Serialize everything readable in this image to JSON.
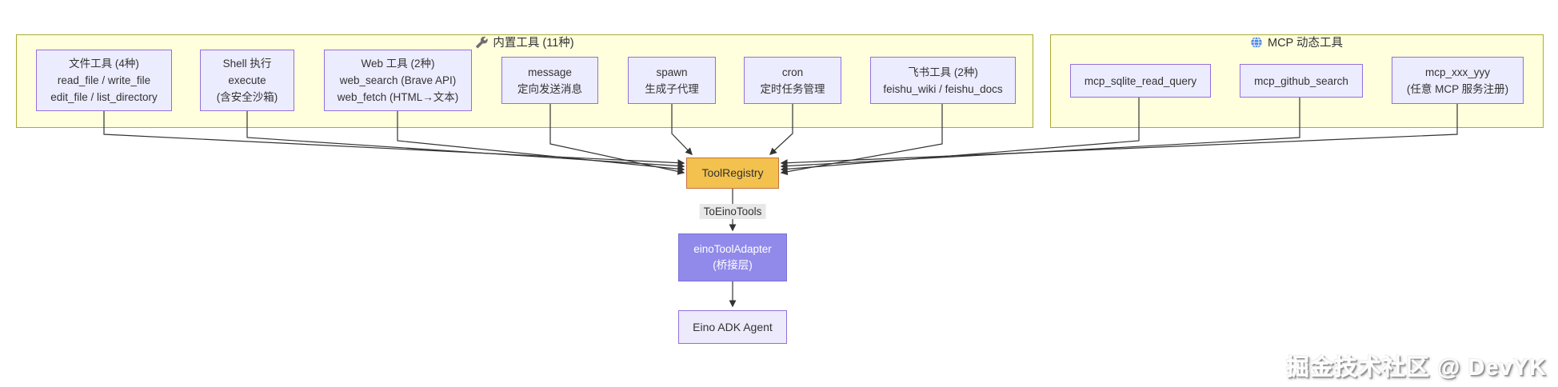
{
  "groups": {
    "builtin": {
      "label": "内置工具 (11种)",
      "icon": "wrench-icon"
    },
    "mcp": {
      "label": "MCP 动态工具",
      "icon": "globe-icon"
    }
  },
  "nodes": {
    "files": {
      "lines": [
        "文件工具 (4种)",
        "read_file / write_file",
        "edit_file / list_directory"
      ]
    },
    "shell": {
      "lines": [
        "Shell 执行",
        "execute",
        "(含安全沙箱)"
      ]
    },
    "web": {
      "lines": [
        "Web 工具 (2种)",
        "web_search (Brave API)",
        "web_fetch (HTML→文本)"
      ]
    },
    "message": {
      "lines": [
        "message",
        "定向发送消息"
      ]
    },
    "spawn": {
      "lines": [
        "spawn",
        "生成子代理"
      ]
    },
    "cron": {
      "lines": [
        "cron",
        "定时任务管理"
      ]
    },
    "feishu": {
      "lines": [
        "飞书工具 (2种)",
        "feishu_wiki / feishu_docs"
      ]
    },
    "mcp_sqlite": {
      "lines": [
        "mcp_sqlite_read_query"
      ]
    },
    "mcp_github": {
      "lines": [
        "mcp_github_search"
      ]
    },
    "mcp_xxx": {
      "lines": [
        "mcp_xxx_yyy",
        "(任意 MCP 服务注册)"
      ]
    },
    "registry": {
      "lines": [
        "ToolRegistry"
      ]
    },
    "adapter": {
      "lines": [
        "einoToolAdapter",
        "(桥接层)"
      ]
    },
    "agent": {
      "lines": [
        "Eino ADK Agent"
      ]
    }
  },
  "edge_label": "ToEinoTools",
  "watermark": "掘金技术社区 @ DevYK",
  "colors": {
    "group_fill": "#FFFFDE",
    "group_border": "#AAAA33",
    "node_fill": "#ECECFF",
    "node_border": "#9370DB",
    "registry_fill": "#F2C14E",
    "registry_border": "#C87137",
    "adapter_fill": "#918AEA",
    "adapter_border": "#7A72D8",
    "agent_fill": "#ECEAFB",
    "edge": "#333333",
    "edge_label_bg": "#E8E8E8",
    "wrench": "#6E6E6E",
    "globe": "#4F86E0"
  }
}
